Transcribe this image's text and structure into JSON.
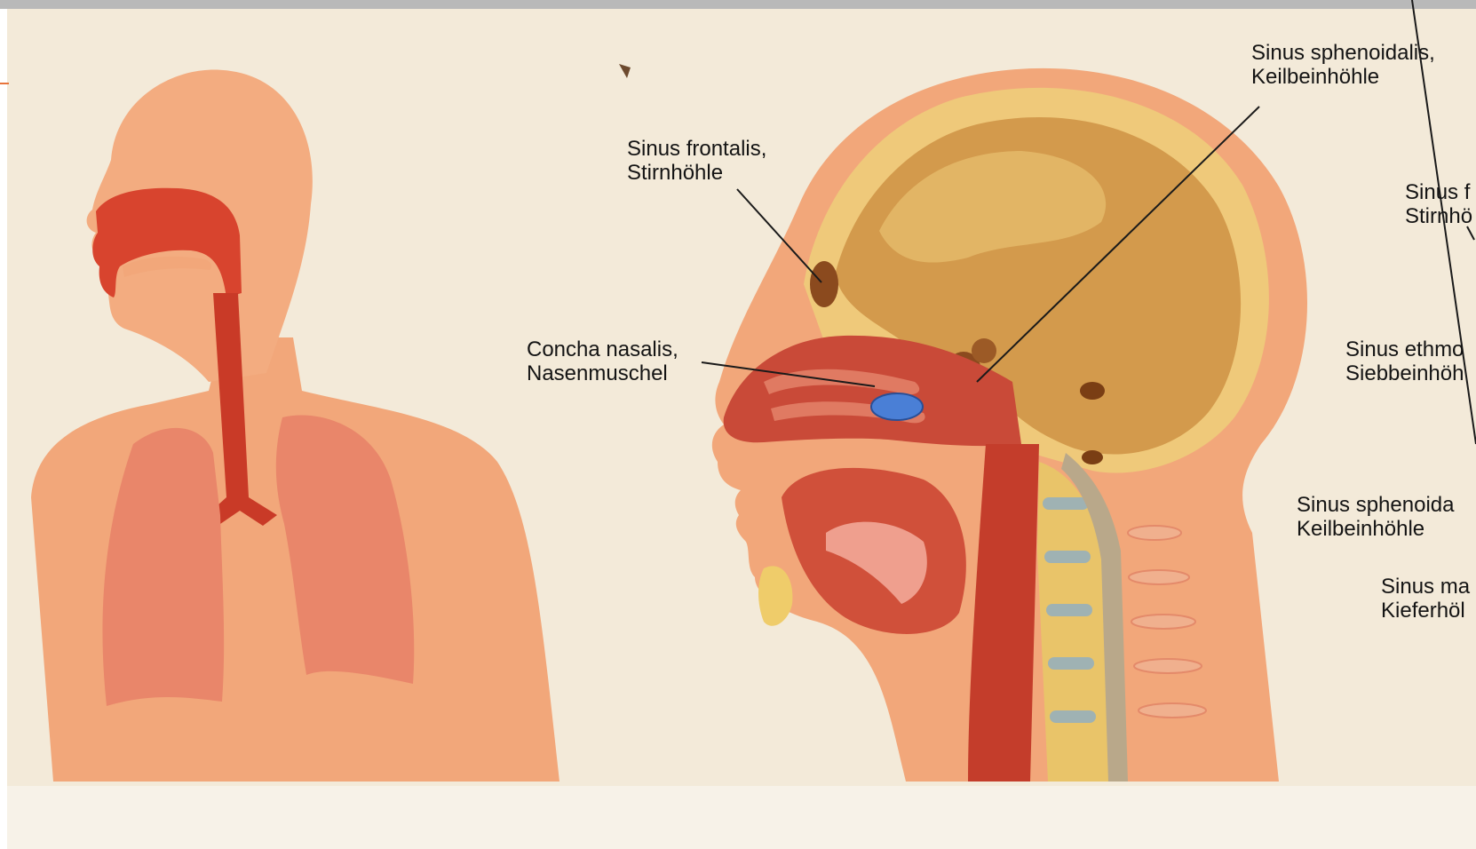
{
  "labels": {
    "sinus_sphenoidalis_top": {
      "line1": "Sinus sphenoidalis,",
      "line2": "Keilbeinhöhle"
    },
    "sinus_frontalis": {
      "line1": "Sinus frontalis,",
      "line2": "Stirnhöhle"
    },
    "concha_nasalis": {
      "line1": "Concha nasalis,",
      "line2": "Nasenmuschel"
    },
    "right_sinus_f": {
      "line1": "Sinus f",
      "line2": "Stirnhö"
    },
    "right_sinus_ethmo": {
      "line1": "Sinus ethmo",
      "line2": "Siebbeinhöh"
    },
    "right_sinus_sphenoida": {
      "line1": "Sinus sphenoida",
      "line2": "Keilbeinhöhle"
    },
    "right_sinus_ma": {
      "line1": "Sinus ma",
      "line2": "Kieferhöl"
    }
  },
  "caption": "",
  "colors": {
    "paper": "#f3ead9",
    "skin": "#f2a77a",
    "airway": "#d8442e",
    "lung": "#e9866a",
    "skull": "#d9a25a",
    "marker": "#4a7fd6",
    "accent_orange": "#e8743b"
  },
  "icons": {
    "marker": "blue-oval-marker"
  }
}
